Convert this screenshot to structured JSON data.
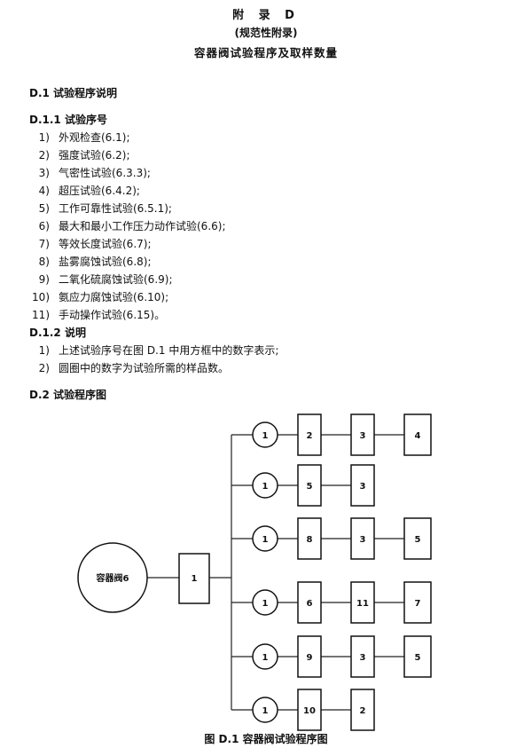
{
  "header": {
    "appendix": "附 录 D",
    "normative": "(规范性附录)",
    "title": "容器阀试验程序及取样数量"
  },
  "section_d1": {
    "heading": "D.1  试验程序说明",
    "sub1_heading": "D.1.1  试验序号",
    "items": [
      {
        "num": "1)",
        "text": "外观检查(6.1);"
      },
      {
        "num": "2)",
        "text": "强度试验(6.2);"
      },
      {
        "num": "3)",
        "text": "气密性试验(6.3.3);"
      },
      {
        "num": "4)",
        "text": "超压试验(6.4.2);"
      },
      {
        "num": "5)",
        "text": "工作可靠性试验(6.5.1);"
      },
      {
        "num": "6)",
        "text": "最大和最小工作压力动作试验(6.6);"
      },
      {
        "num": "7)",
        "text": "等效长度试验(6.7);"
      },
      {
        "num": "8)",
        "text": "盐雾腐蚀试验(6.8);"
      },
      {
        "num": "9)",
        "text": "二氧化硫腐蚀试验(6.9);"
      },
      {
        "num": "10)",
        "text": "氨应力腐蚀试验(6.10);"
      },
      {
        "num": "11)",
        "text": "手动操作试验(6.15)。"
      }
    ],
    "sub2_heading": "D.1.2  说明",
    "notes": [
      {
        "num": "1)",
        "text": "上述试验序号在图 D.1 中用方框中的数字表示;"
      },
      {
        "num": "2)",
        "text": "圆圈中的数字为试验所需的样品数。"
      }
    ]
  },
  "section_d2": {
    "heading": "D.2  试验程序图"
  },
  "diagram": {
    "source_label": "容器阀6",
    "first_box": "1",
    "branches": [
      {
        "circle": "1",
        "boxes": [
          "2",
          "3",
          "4"
        ]
      },
      {
        "circle": "1",
        "boxes": [
          "5",
          "3"
        ]
      },
      {
        "circle": "1",
        "boxes": [
          "8",
          "3",
          "5"
        ]
      },
      {
        "circle": "1",
        "boxes": [
          "6",
          "11",
          "7"
        ]
      },
      {
        "circle": "1",
        "boxes": [
          "9",
          "3",
          "5"
        ]
      },
      {
        "circle": "1",
        "boxes": [
          "10",
          "2"
        ]
      }
    ]
  },
  "caption": "图 D.1  容器阀试验程序图"
}
